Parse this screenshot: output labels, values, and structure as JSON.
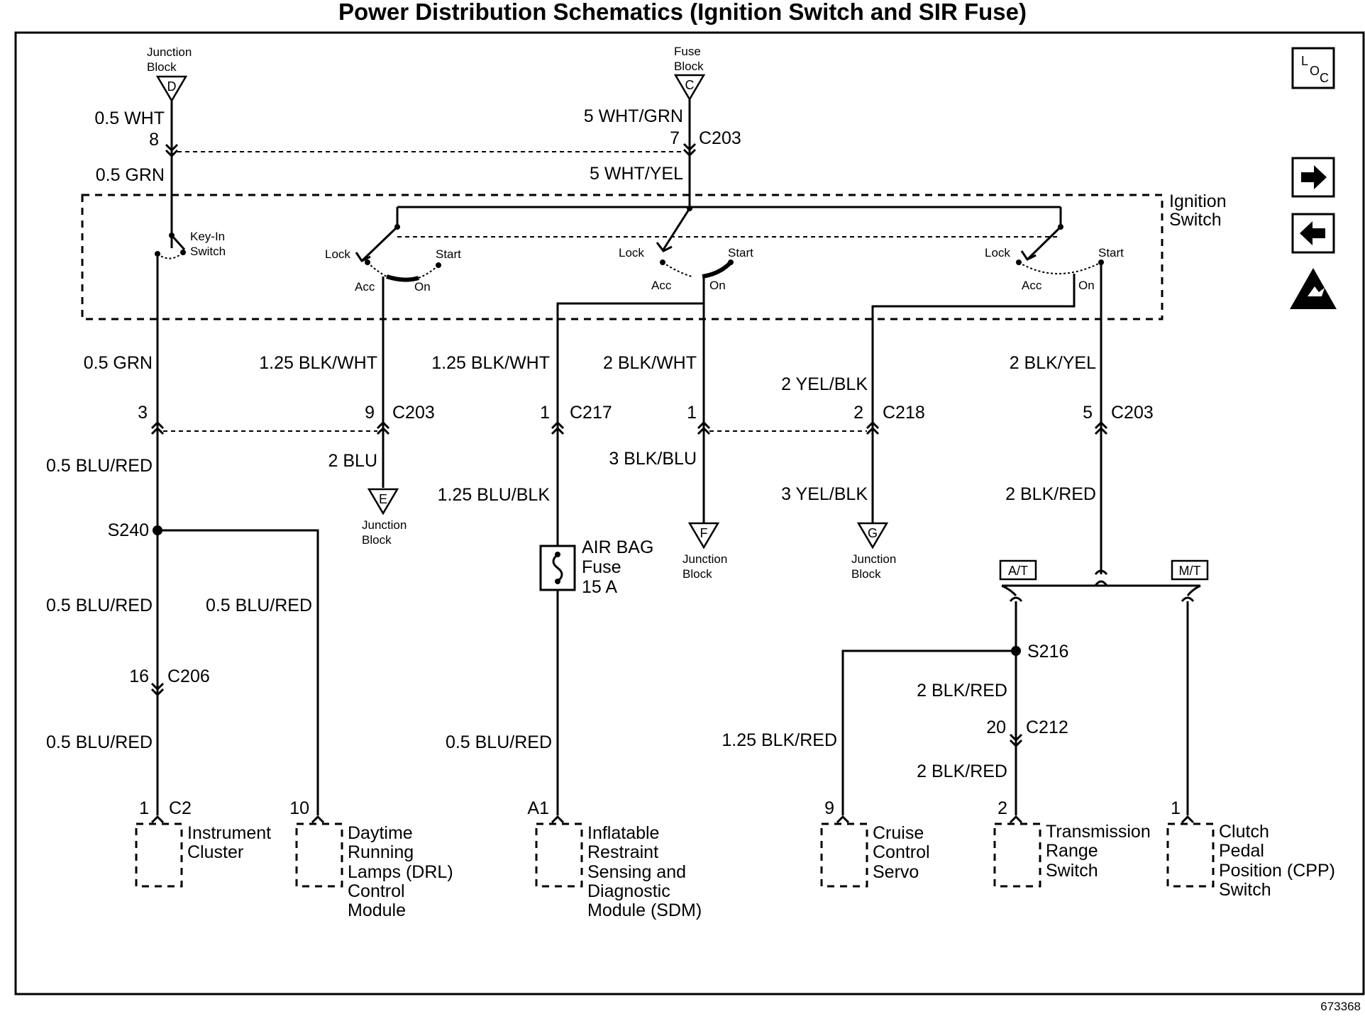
{
  "title": "Power Distribution Schematics (Ignition Switch and SIR Fuse)",
  "figure_id": "673368",
  "icons": {
    "loc": {
      "l": "L",
      "o": "O",
      "c": "C"
    },
    "next": "arrow-right-icon",
    "prev": "arrow-left-icon",
    "esd": "esd-warning-icon"
  },
  "top": {
    "junction_block": "Junction",
    "junction_block2": "Block",
    "junction_letter": "D",
    "fuse_block": "Fuse",
    "fuse_block2": "Block",
    "fuse_letter": "C",
    "wire_whtl": "0.5 WHT",
    "pin8": "8",
    "wire_grn_top": "0.5 GRN",
    "wire_whtgrn": "5 WHT/GRN",
    "pin7": "7",
    "conn_c203_top": "C203",
    "wire_whtyel": "5 WHT/YEL"
  },
  "switch": {
    "label1": "Ignition",
    "label2": "Switch",
    "keyin1": "Key-In",
    "keyin2": "Switch",
    "lock": "Lock",
    "start": "Start",
    "acc": "Acc",
    "on": "On"
  },
  "middle": {
    "w1": "0.5 GRN",
    "w2": "1.25 BLK/WHT",
    "w3": "1.25 BLK/WHT",
    "w4": "2 BLK/WHT",
    "w5": "2 YEL/BLK",
    "w6": "2 BLK/YEL",
    "p3": "3",
    "p9": "9",
    "c203a": "C203",
    "p1a": "1",
    "c217": "C217",
    "p1b": "1",
    "p2": "2",
    "c218": "C218",
    "p5": "5",
    "c203b": "C203"
  },
  "lower": {
    "w_blured1": "0.5 BLU/RED",
    "s240": "S240",
    "w_blu": "2 BLU",
    "junc_e_letter": "E",
    "junc_e1": "Junction",
    "junc_e2": "Block",
    "w_blublk": "1.25 BLU/BLK",
    "fuse1": "AIR BAG",
    "fuse2": "Fuse",
    "fuse3": "15 A",
    "w_blkblu": "3 BLK/BLU",
    "junc_f_letter": "F",
    "junc_f1": "Junction",
    "junc_f2": "Block",
    "w_yelblk3": "3 YEL/BLK",
    "junc_g_letter": "G",
    "junc_g1": "Junction",
    "junc_g2": "Block",
    "w_blkred_top": "2 BLK/RED",
    "at": "A/T",
    "mt": "M/T",
    "w_blured2": "0.5 BLU/RED",
    "w_blured3": "0.5 BLU/RED",
    "p16": "16",
    "c206": "C206",
    "w_blured4": "0.5 BLU/RED",
    "w_blured5": "0.5 BLU/RED",
    "s216": "S216",
    "w_blkred2": "2 BLK/RED",
    "p20": "20",
    "c212": "C212",
    "w_blkred3": "2 BLK/RED",
    "w_blkred_cruise": "1.25 BLK/RED"
  },
  "components": {
    "ic_pin": "1",
    "ic_conn": "C2",
    "ic1": "Instrument",
    "ic2": "Cluster",
    "drl_pin": "10",
    "drl1": "Daytime",
    "drl2": "Running",
    "drl3": "Lamps (DRL)",
    "drl4": "Control",
    "drl5": "Module",
    "sdm_pin": "A1",
    "sdm1": "Inflatable",
    "sdm2": "Restraint",
    "sdm3": "Sensing and",
    "sdm4": "Diagnostic",
    "sdm5": "Module (SDM)",
    "cr_pin": "9",
    "cr1": "Cruise",
    "cr2": "Control",
    "cr3": "Servo",
    "tr_pin": "2",
    "tr1": "Transmission",
    "tr2": "Range",
    "tr3": "Switch",
    "cpp_pin": "1",
    "cpp1": "Clutch",
    "cpp2": "Pedal",
    "cpp3": "Position (CPP)",
    "cpp4": "Switch"
  }
}
